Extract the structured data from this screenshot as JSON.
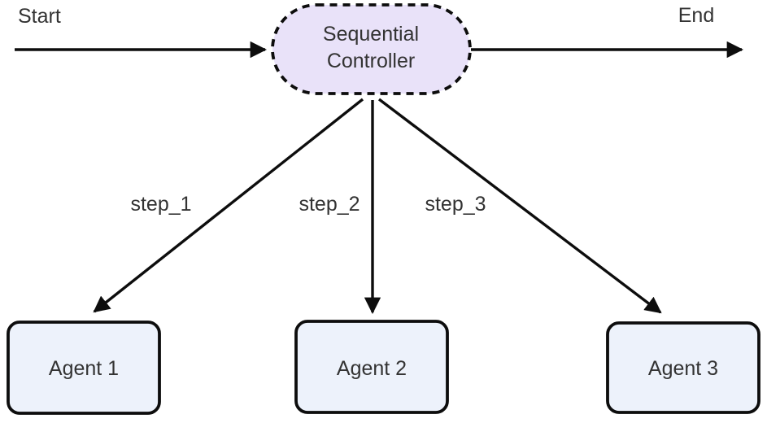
{
  "diagram": {
    "type": "flowchart",
    "start_label": "Start",
    "end_label": "End",
    "controller": {
      "label_line1": "Sequential",
      "label_line2": "Controller",
      "fill": "#e9e2f9",
      "border_color": "#0d0d0d",
      "border_style": "dashed"
    },
    "steps": [
      {
        "label": "step_1"
      },
      {
        "label": "step_2"
      },
      {
        "label": "step_3"
      }
    ],
    "agents": [
      {
        "label": "Agent 1"
      },
      {
        "label": "Agent 2"
      },
      {
        "label": "Agent 3"
      }
    ],
    "colors": {
      "agent_fill": "#edf2fb",
      "line": "#0d0d0d",
      "text": "#333333",
      "background": "#ffffff"
    }
  }
}
